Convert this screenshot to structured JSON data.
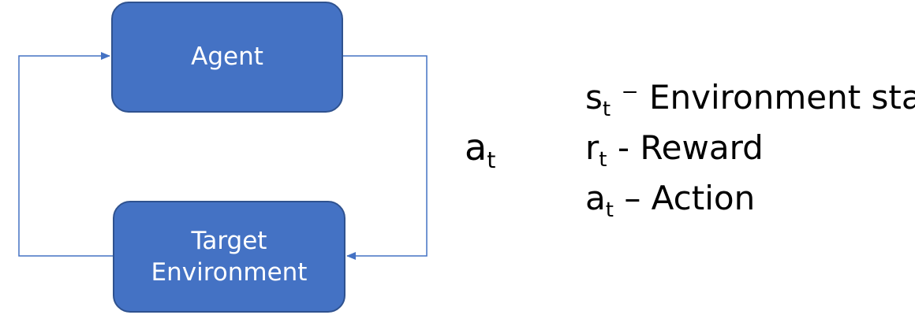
{
  "colors": {
    "box_fill": "#4472c4",
    "box_border": "#2f528f",
    "box_text": "#ffffff",
    "arrow": "#4472c4",
    "text": "#000000"
  },
  "nodes": {
    "agent": {
      "label": "Agent"
    },
    "environment": {
      "label_line1": "Target",
      "label_line2": "Environment"
    }
  },
  "edge_label": {
    "symbol": "a",
    "subscript": "t"
  },
  "legend": [
    {
      "symbol": "s",
      "subscript": "t",
      "text": " ⁻ Environment state"
    },
    {
      "symbol": "r",
      "subscript": "t",
      "text": " - Reward"
    },
    {
      "symbol": "a",
      "subscript": "t",
      "text": " – Action"
    }
  ]
}
